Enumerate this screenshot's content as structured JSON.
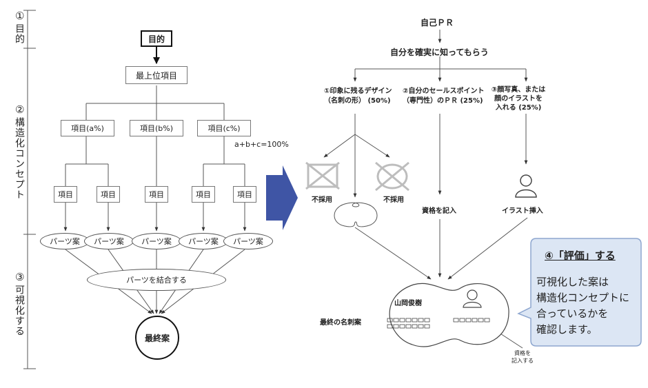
{
  "sections": {
    "s1_num": "①",
    "s1_text": "目的",
    "s2_num": "②",
    "s2_text": "構造化コンセプト",
    "s3_num": "③",
    "s3_text": "可視化する"
  },
  "left_tree": {
    "purpose": "目的",
    "top_item": "最上位項目",
    "item_a": "項目(a%)",
    "item_b": "項目(b%)",
    "item_c": "項目(c%)",
    "sum_note": "a+b+c=100%",
    "item": "項目",
    "parts": "パーツ案",
    "combine": "パーツを結合する",
    "final": "最終案"
  },
  "right_tree": {
    "title": "自己ＰＲ",
    "goal": "自分を確実に知ってもらう",
    "opt1": [
      "①印象に残るデザイン",
      "（名刺の形） (50%)"
    ],
    "opt2": [
      "②自分のセールスポイント",
      "（専門性）のＰＲ (25%)"
    ],
    "opt3": [
      "③顔写真、または",
      "顔のイラストを",
      "入れる (25%)"
    ],
    "rejected": "不採用",
    "write_qual": "資格を記入",
    "insert_illust": "イラスト挿入",
    "card_name": "山岡俊樹",
    "final_card": "最終の名刺案",
    "card_note": [
      "資格を",
      "記入する"
    ]
  },
  "callout": {
    "title": "④「評価」する",
    "lines": [
      "可視化した案は",
      "構造化コンセプトに",
      "合っているかを",
      "確認します。"
    ]
  },
  "colors": {
    "arrow_fill": "#3f55a5",
    "callout_bg": "#dce6f4",
    "callout_border": "#8da6cf",
    "cross": "#bdbdbd"
  }
}
